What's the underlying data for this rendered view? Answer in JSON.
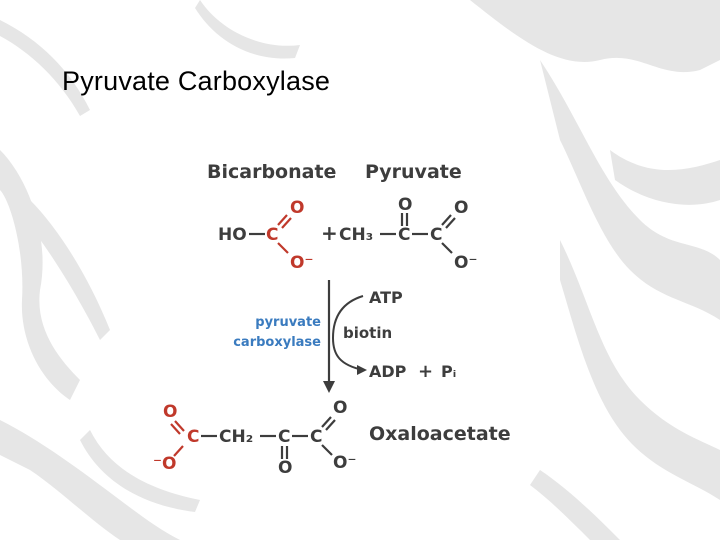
{
  "slide": {
    "title": "Pyruvate Carboxylase"
  },
  "colors": {
    "atom_red": "#c0392b",
    "enzyme_blue": "#3a7bbf",
    "text_gray": "#3d3d3d"
  },
  "figure": {
    "bicarbonate": {
      "name": "Bicarbonate",
      "ho": "HO",
      "c": "C",
      "o_top": "O",
      "o_bottom": "O⁻"
    },
    "plus1": "+",
    "pyruvate": {
      "name": "Pyruvate",
      "ch3": "CH₃",
      "c1": "C",
      "c2": "C",
      "o_top1": "O",
      "o_top2": "O",
      "o_bottom": "O⁻"
    },
    "enzyme": {
      "line1": "pyruvate",
      "line2": "carboxylase"
    },
    "cofactor": "biotin",
    "atp": "ATP",
    "adp": "ADP",
    "plus2": "+",
    "pi": "Pᵢ",
    "oxaloacetate": {
      "name": "Oxaloacetate",
      "o_top_left": "O",
      "c_left": "C",
      "ch2": "CH₂",
      "c_mid": "C",
      "c_right": "C",
      "o_top_right": "O",
      "o_bottom_left": "⁻O",
      "o_bottom_mid": "O",
      "o_bottom_right": "O⁻"
    }
  }
}
